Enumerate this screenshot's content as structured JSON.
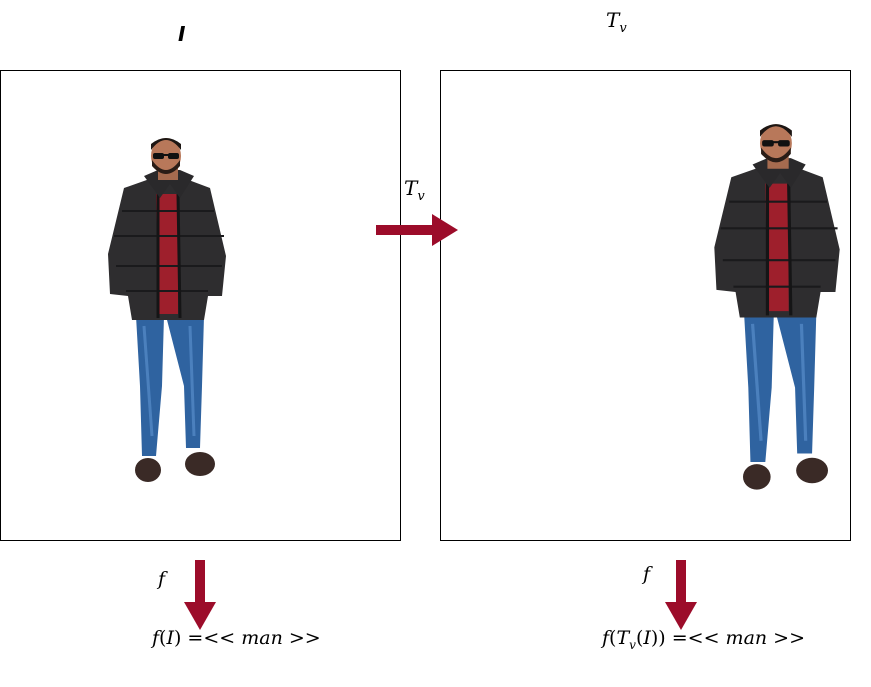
{
  "original_label": "I",
  "transform_label": "T",
  "transform_subscript": "v",
  "function_label": "f",
  "left_result": "f(I) =<< man >>",
  "right_result": "f(T_v(I)) =<< man >>",
  "result_word": "man",
  "colors": {
    "arrow": "#9c0c2a",
    "jacket": "#2e2d2f",
    "shirt": "#9e1f2c",
    "jeans": "#2f63a0",
    "skin": "#b8785a",
    "hair": "#1d1613",
    "shoes": "#3a2a26"
  }
}
